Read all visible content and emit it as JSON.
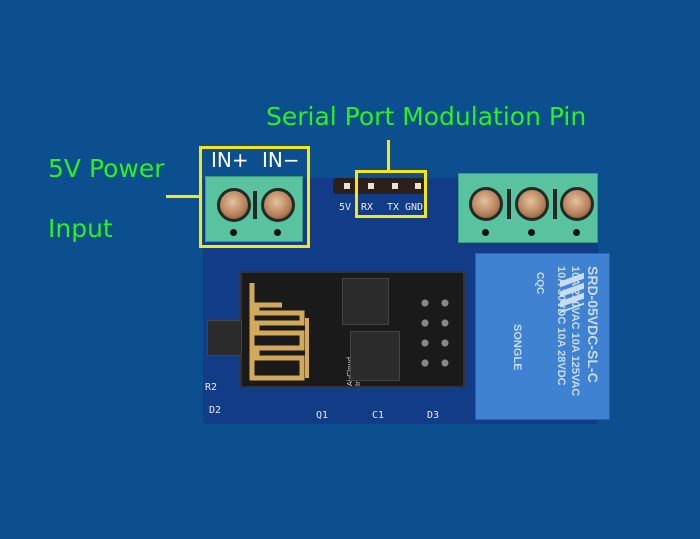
{
  "annotations": {
    "power_label_line1": "5V Power",
    "power_label_line2": "Input",
    "serial_label": "Serial Port Modulation Pin",
    "highlight_color": "#f7e60f",
    "label_color": "#2bf21c"
  },
  "board": {
    "terminal_labels": [
      "IN+",
      "IN−"
    ],
    "header_pins": [
      "5V",
      "RX",
      "TX",
      "GND"
    ],
    "silkscreen": [
      "R2",
      "D2",
      "Q1",
      "C1",
      "D3"
    ],
    "module_text": "Ai-Cloud Inside",
    "relay": {
      "brand": "SONGLE",
      "line1": "10A 250VAC  10A 125VAC",
      "line2": "10A 30VDC  10A 28VDC",
      "model": "SRD-05VDC-SL-C",
      "cert": "CQC"
    }
  },
  "background_color": "#0b4f8e"
}
